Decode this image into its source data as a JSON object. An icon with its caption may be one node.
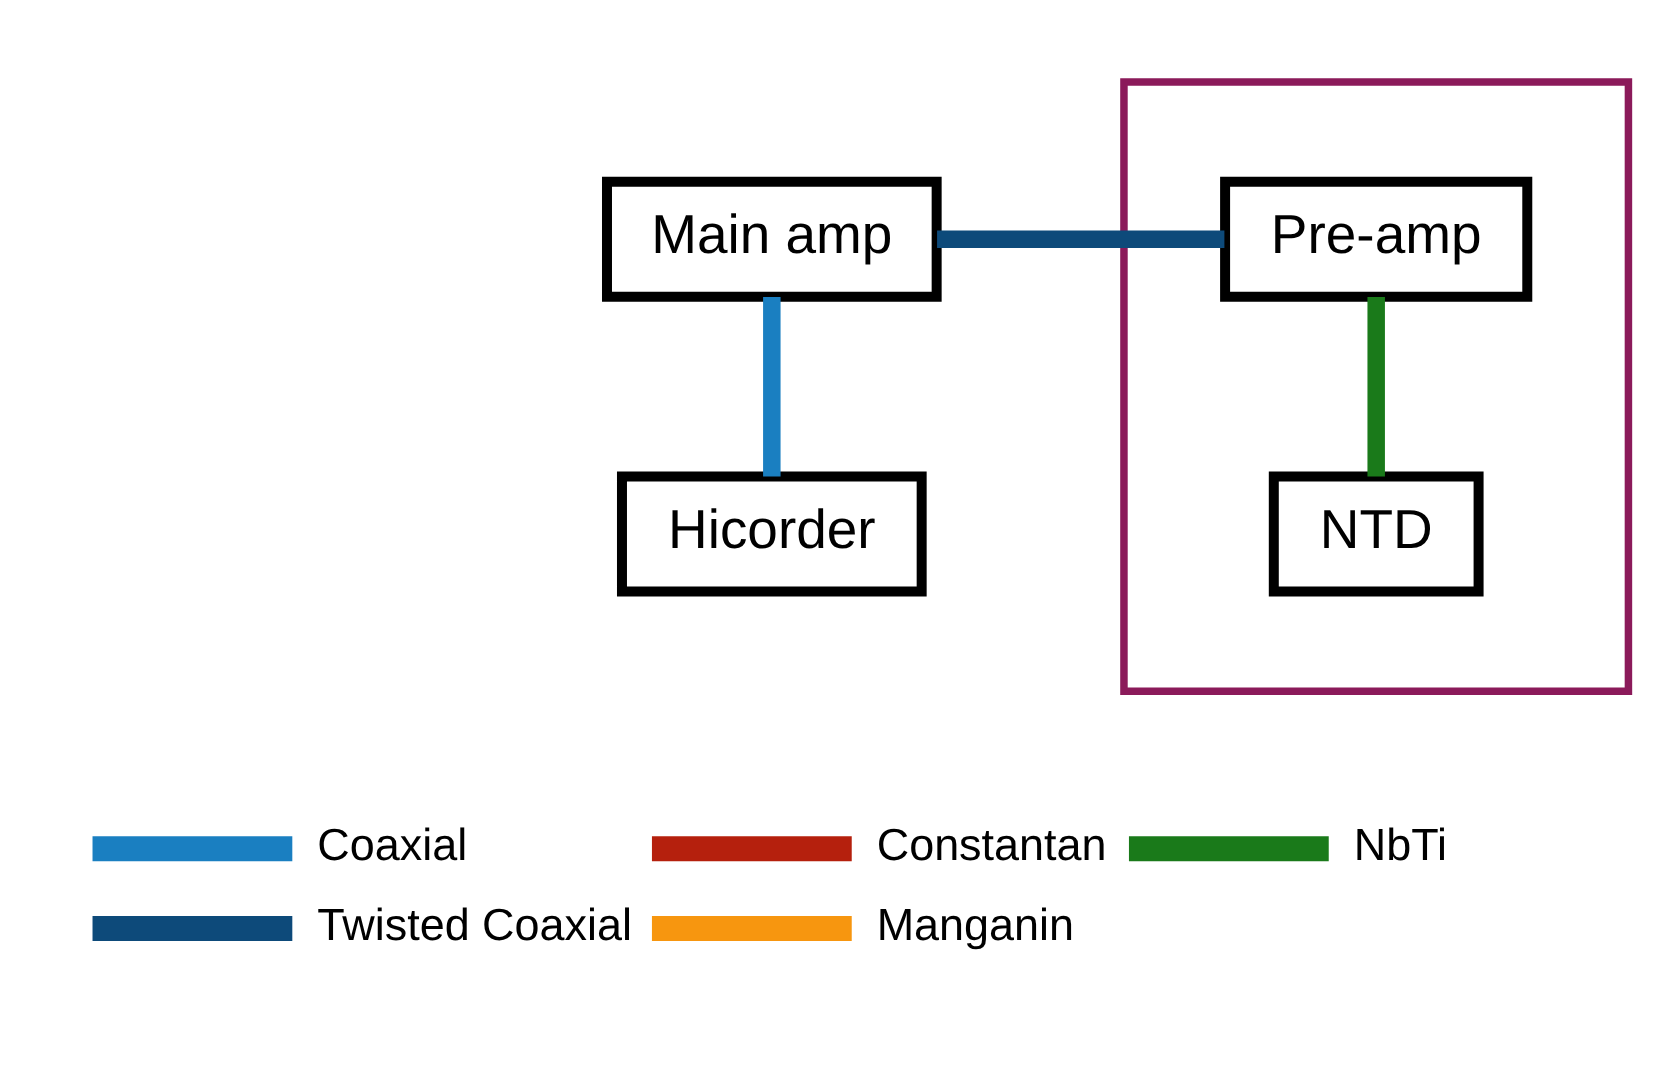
{
  "diagram": {
    "nodes": [
      {
        "text": [
          "Main amp"
        ]
      },
      {
        "text": [
          "Hicorder"
        ]
      },
      {
        "text": [],
        "shape": "box"
      },
      {
        "text": [
          "Pre-amp"
        ],
        "in": 2
      },
      {
        "text": [
          "NTD"
        ],
        "in": 2
      }
    ],
    "edges": [
      {
        "from": 0,
        "to": 3,
        "arrow": "none",
        "color": "#0d4a7a"
      },
      {
        "from": 0,
        "to": 1,
        "arrow": "none",
        "color": "#1a7fc1"
      },
      {
        "from": 3,
        "to": 4,
        "arrow": "none",
        "color": "#1a7a1a"
      }
    ],
    "legend": [
      {
        "text": "Coaxial",
        "color": "#1a7fc1"
      },
      {
        "text": "Constantan",
        "color": "#b5200d"
      },
      {
        "text": "NbTi",
        "color": "#1a7a1a"
      },
      {
        "text": "Twisted Coaxial",
        "color": "#0d4a7a"
      },
      {
        "text": "Manganin",
        "color": "#f7960f"
      }
    ]
  }
}
